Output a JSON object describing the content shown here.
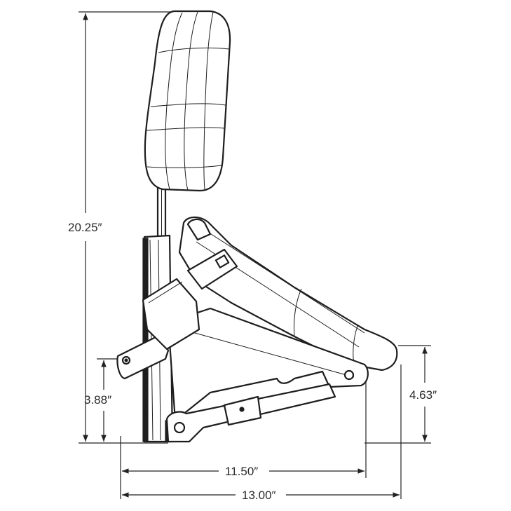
{
  "dimensions": {
    "overall_height": "20.25″",
    "pivot_height": "3.88″",
    "front_height": "4.63″",
    "inner_length": "11.50″",
    "overall_length": "13.00″"
  },
  "colors": {
    "line": "#1e1e1e",
    "background": "#ffffff"
  }
}
